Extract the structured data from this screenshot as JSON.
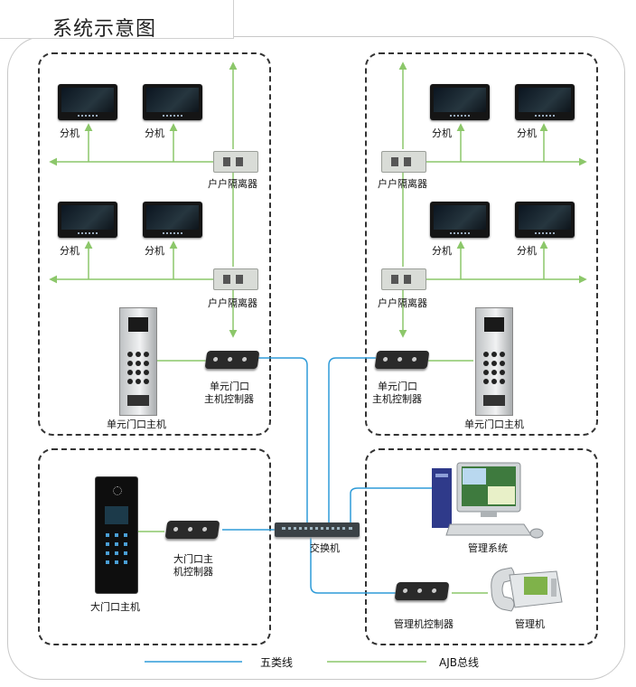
{
  "title": "系统示意图",
  "zones": {
    "tl_extension_1": "分机",
    "tl_extension_2": "分机",
    "tl_extension_3": "分机",
    "tl_extension_4": "分机",
    "tl_isolator_1": "户户隔离器",
    "tl_isolator_2": "户户隔离器",
    "tl_controller": [
      "单元门口",
      "主机控制器"
    ],
    "tl_door_station": "单元门口主机",
    "tr_extension_1": "分机",
    "tr_extension_2": "分机",
    "tr_extension_3": "分机",
    "tr_extension_4": "分机",
    "tr_isolator_1": "户户隔离器",
    "tr_isolator_2": "户户隔离器",
    "tr_controller": [
      "单元门口",
      "主机控制器"
    ],
    "tr_door_station": "单元门口主机",
    "gate_controller": [
      "大门口主",
      "机控制器"
    ],
    "gate_station": "大门口主机",
    "switch": "交换机",
    "management_system": "管理系统",
    "management_controller": "管理机控制器",
    "management_unit": "管理机"
  },
  "legend": {
    "cat5": "五类线",
    "ajb": "AJB总线"
  },
  "colors": {
    "cat5_line": "#2e9bd8",
    "ajb_line": "#8cc76a",
    "zone_border": "#333333"
  }
}
